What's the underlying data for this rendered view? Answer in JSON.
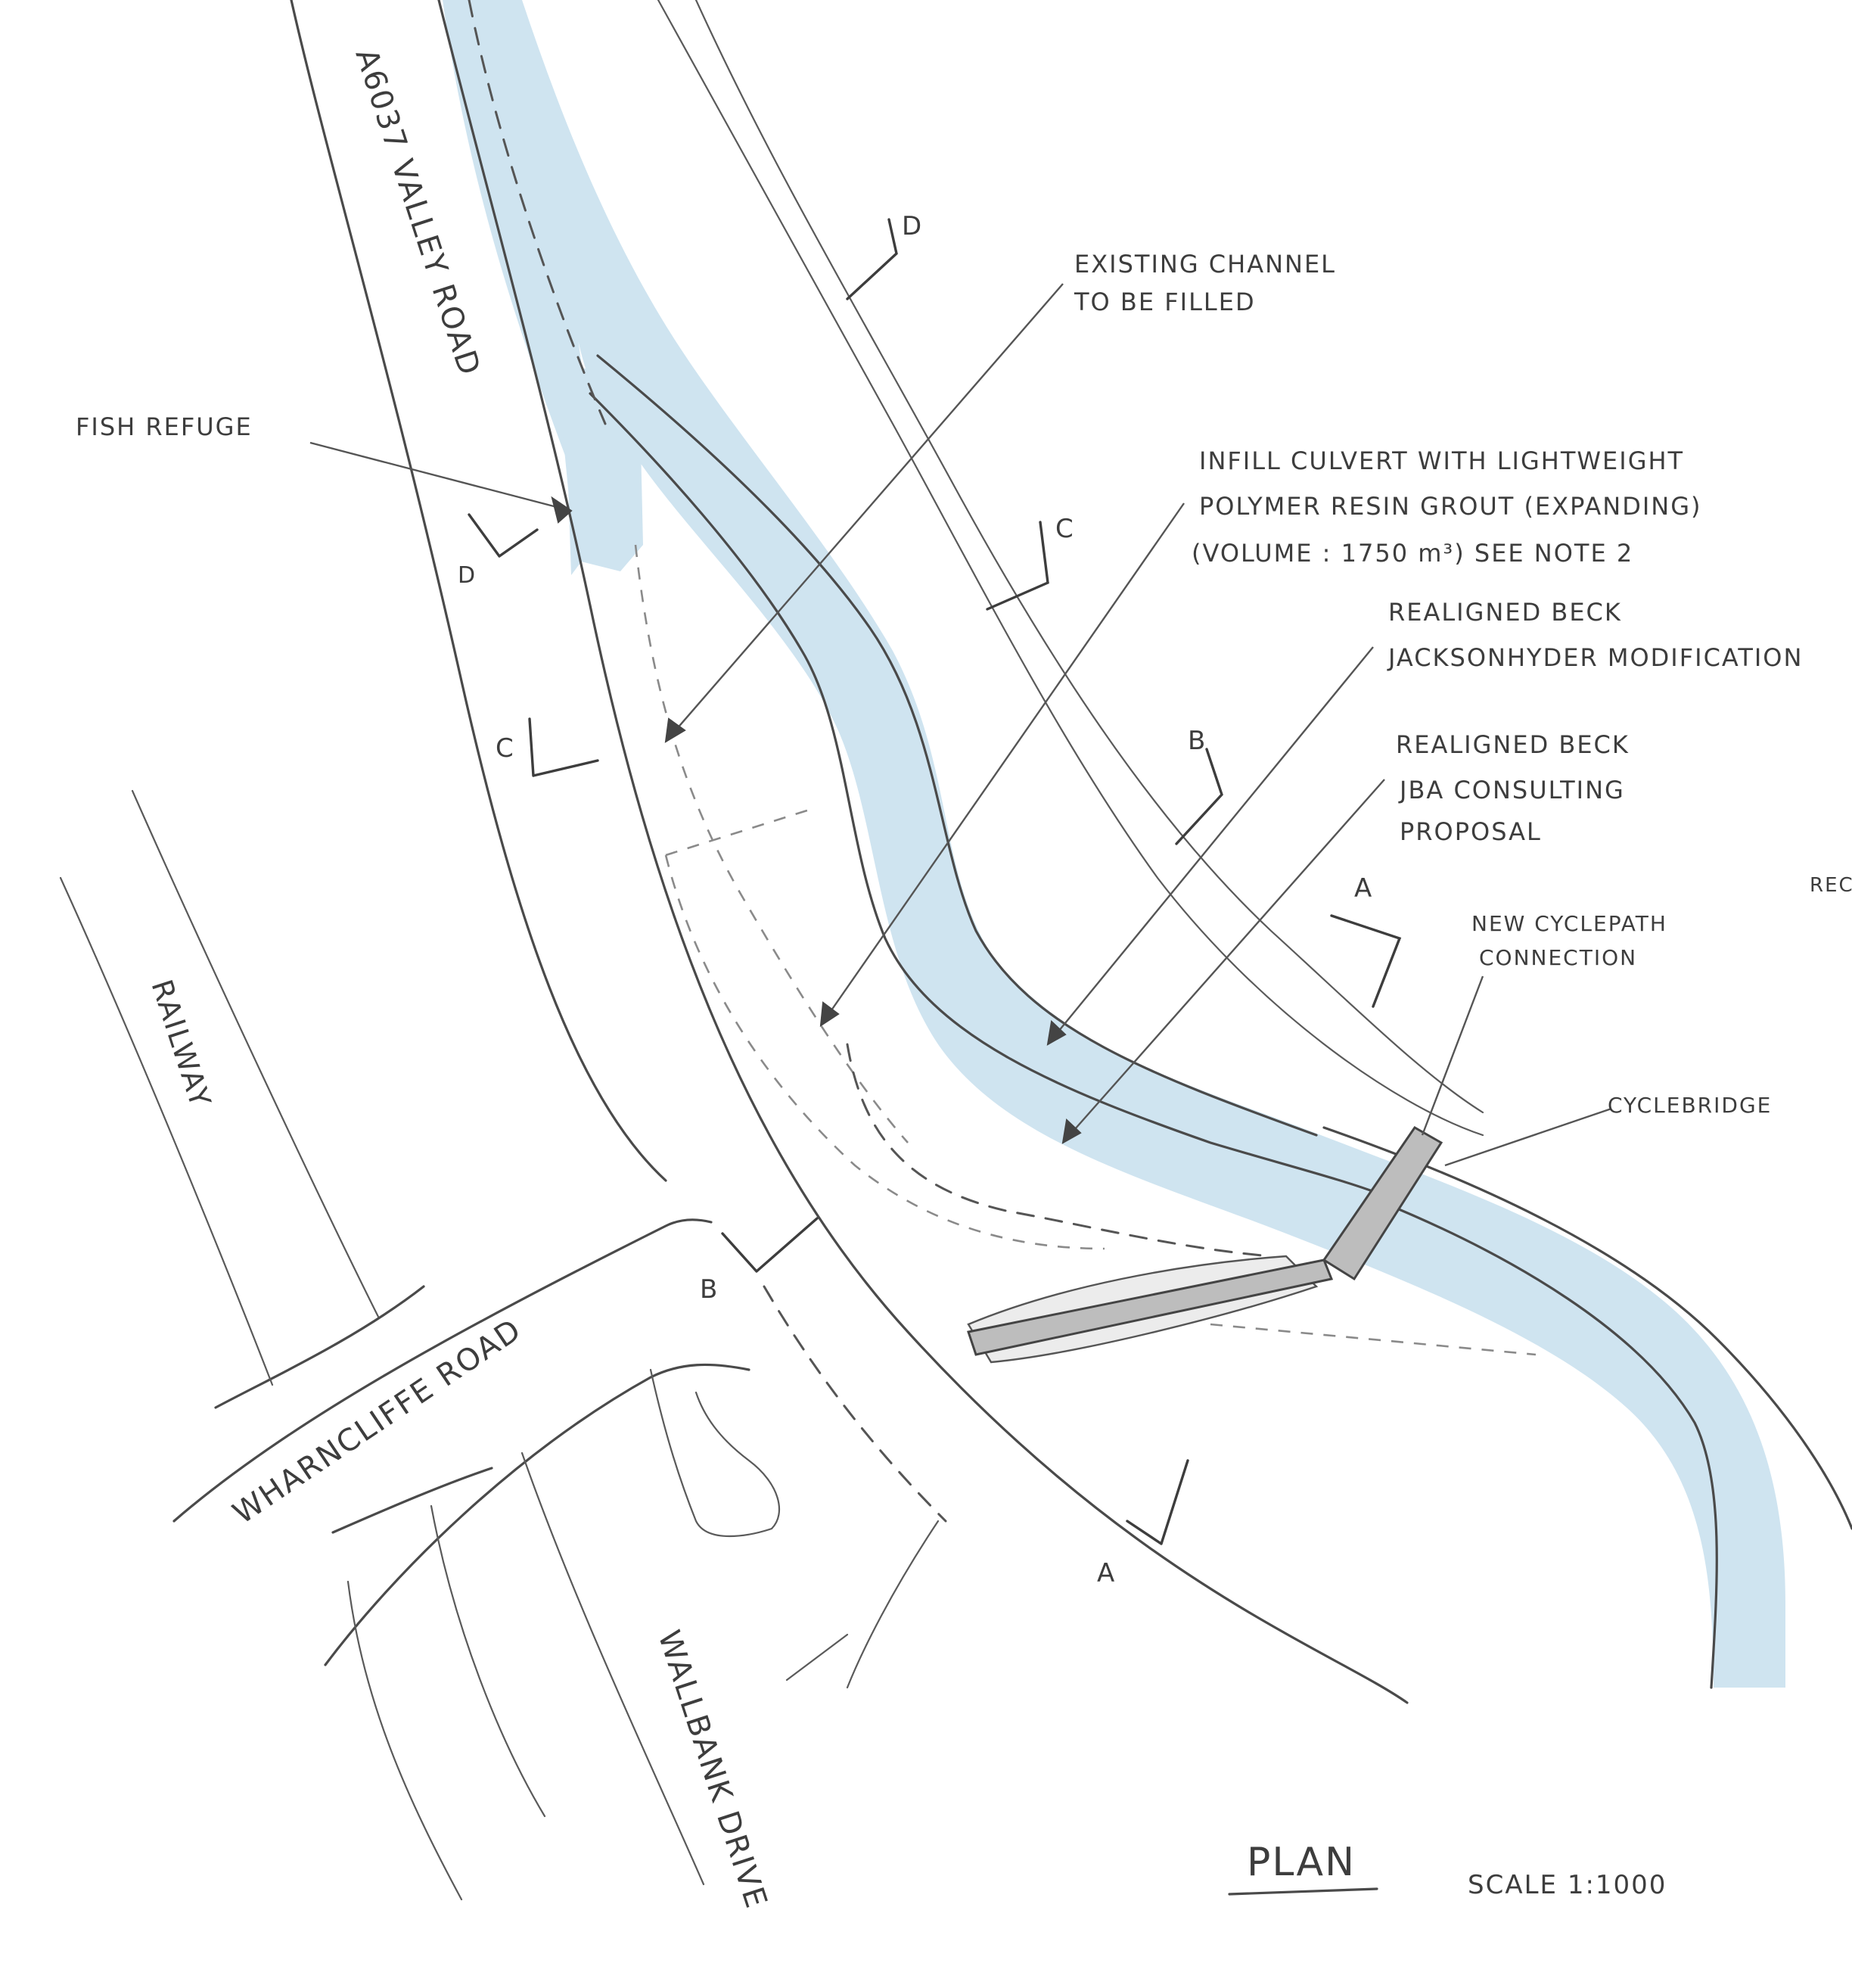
{
  "roads": {
    "main_road": "A6037 VALLEY ROAD",
    "side_road": "WHARNCLIFFE ROAD",
    "drive": "WALLBANK DRIVE",
    "railway": "RAILWAY"
  },
  "labels": {
    "fish_refuge": "FISH REFUGE",
    "existing_channel_line1": "EXISTING CHANNEL",
    "existing_channel_line2": "TO BE FILLED",
    "infill_line1": "INFILL CULVERT WITH LIGHTWEIGHT",
    "infill_line2": "POLYMER RESIN GROUT (EXPANDING)",
    "infill_line3": "(VOLUME : 1750 m³)   SEE NOTE 2",
    "jh_line1": "REALIGNED BECK",
    "jh_line2": "JACKSONHYDER MODIFICATION",
    "jba_line1": "REALIGNED BECK",
    "jba_line2": "JBA CONSULTING",
    "jba_line3": "PROPOSAL",
    "cyclepath_line1": "NEW CYCLEPATH",
    "cyclepath_line2": "CONNECTION",
    "cyclebridge": "CYCLEBRIDGE",
    "cut_off_edge": "REC"
  },
  "sections": {
    "A": "A",
    "B": "B",
    "C": "C",
    "D": "D"
  },
  "title": {
    "heading": "PLAN",
    "scale": "SCALE  1:1000"
  },
  "colors": {
    "beck_fill": "#cfe4f0",
    "pencil": "#4a4a4a"
  }
}
